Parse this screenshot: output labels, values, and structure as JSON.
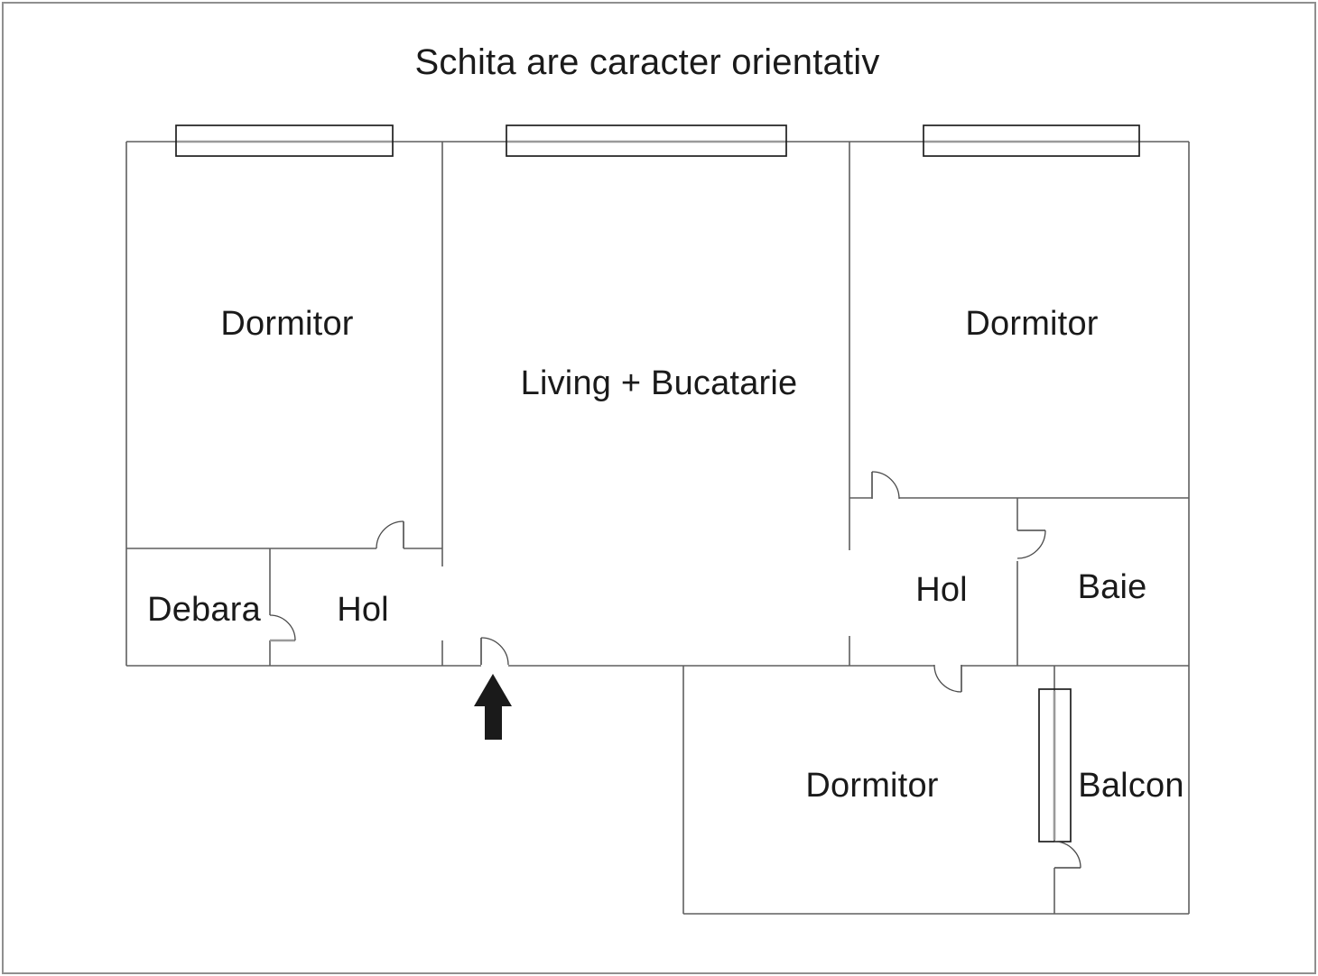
{
  "title": "Schita are caracter orientativ",
  "rooms": {
    "dormitor_left": {
      "label": "Dormitor"
    },
    "living": {
      "label": "Living + Bucatarie"
    },
    "dormitor_right": {
      "label": "Dormitor"
    },
    "debara": {
      "label": "Debara"
    },
    "hol_left": {
      "label": "Hol"
    },
    "hol_right": {
      "label": "Hol"
    },
    "baie": {
      "label": "Baie"
    },
    "dormitor_bottom": {
      "label": "Dormitor"
    },
    "balcon": {
      "label": "Balcon"
    }
  },
  "icons": {
    "entrance_arrow": "entrance-arrow-icon"
  },
  "colors": {
    "wall": "#5f5f5f",
    "window_frame": "#1f1f1f",
    "glazing": "#9a9a9a",
    "door_arc": "#4a4a4a",
    "page_frame": "#8f8f8f",
    "text": "#1a1a1a",
    "arrow": "#1a1a1a"
  }
}
